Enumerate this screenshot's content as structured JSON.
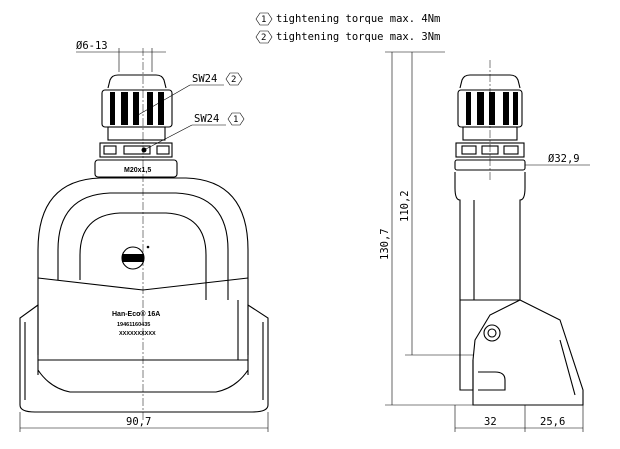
{
  "notes": {
    "note1_marker": "1",
    "note1_text": "tightening torque max. 4Nm",
    "note2_marker": "2",
    "note2_text": "tightening torque max. 3Nm"
  },
  "front_view": {
    "cable_diameter": "Ø6-13",
    "sw_upper": "SW24",
    "sw_upper_marker": "2",
    "sw_lower": "SW24",
    "sw_lower_marker": "1",
    "thread": "M20x1,5",
    "product_name": "Han-Eco® 16A",
    "part_number": "19461160435",
    "serial": "XXXXXXXXXX",
    "width_dim": "90,7"
  },
  "side_view": {
    "gland_diameter": "Ø32,9",
    "total_height": "130,7",
    "body_height": "110,2",
    "depth_dim": "32",
    "latch_dim": "25,6"
  }
}
